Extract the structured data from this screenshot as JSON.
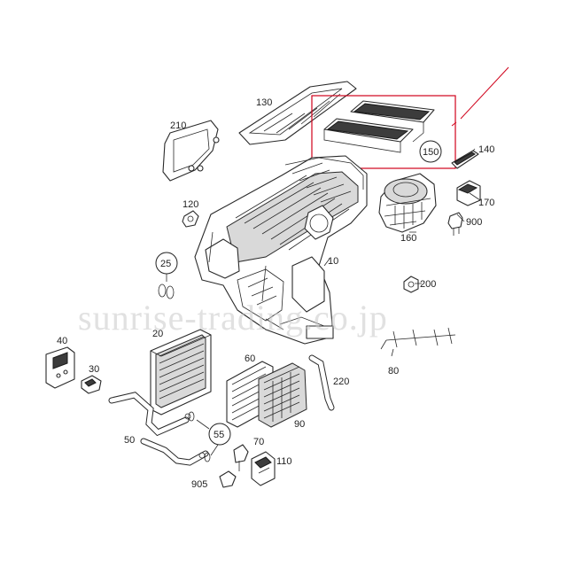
{
  "watermark": "sunrise-trading.co.jp",
  "highlight_color": "#d0021b",
  "callouts": {
    "p10": "10",
    "p20": "20",
    "p25": "25",
    "p30": "30",
    "p40": "40",
    "p50": "50",
    "p55": "55",
    "p60": "60",
    "p70": "70",
    "p80": "80",
    "p90": "90",
    "p110": "110",
    "p120": "120",
    "p130": "130",
    "p140": "140",
    "p150": "150",
    "p160": "160",
    "p170": "170",
    "p200": "200",
    "p210": "210",
    "p220": "220",
    "p900": "900",
    "p905": "905"
  }
}
